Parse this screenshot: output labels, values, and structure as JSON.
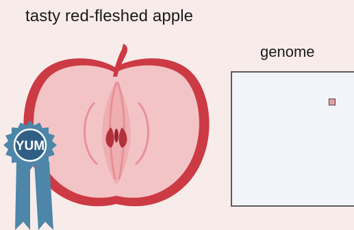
{
  "title": "tasty red-fleshed apple",
  "genome": {
    "label": "genome"
  },
  "badge": {
    "text": "YUM"
  },
  "colors": {
    "background": "#f8ecea",
    "apple_skin": "#cc3a44",
    "apple_flesh": "#f3c4c6",
    "ribbon": "#4d86a8",
    "genome_box_fill": "#f1f4f8",
    "gene_marker": "#e79fa4"
  }
}
